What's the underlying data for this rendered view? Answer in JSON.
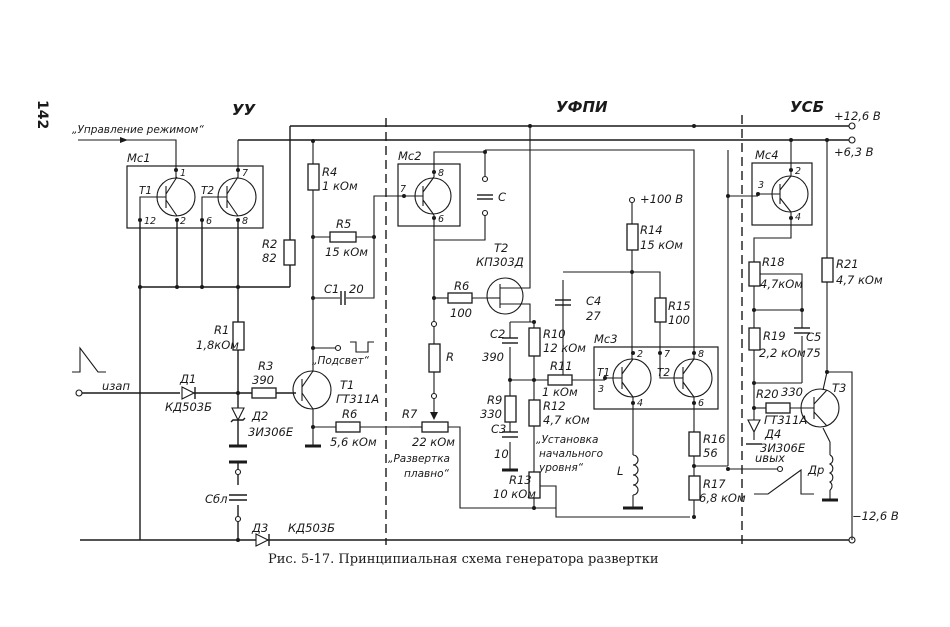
{
  "page_number": "142",
  "caption": "Рис. 5-17. Принципиальная схема генератора развертки",
  "sections": {
    "uu": "УУ",
    "ufpi": "УФПИ",
    "usb": "УСБ"
  },
  "supplies": {
    "plus_12_6": "+12,6 В",
    "plus_6_3": "+6,3 В",
    "minus_12_6": "−12,6 В",
    "plus_100": "+100 В"
  },
  "signals": {
    "mode_control": "„Управление режимом“",
    "u_zap": "uзап",
    "backlight": "„Подсвет“",
    "sweep_smooth_1": "„Развертка",
    "sweep_smooth_2": "плавно“",
    "initial_level_1": "„Установка",
    "initial_level_2": "начального",
    "initial_level_3": "уровня“",
    "u_out": "uвых"
  },
  "modules": {
    "mc1": "Мс1",
    "mc2": "Мс2",
    "mc3": "Мс3",
    "mc4": "Мс4"
  },
  "transistors": {
    "mc1_t1": "T1",
    "mc1_t2": "T2",
    "t1_name": "T1",
    "t1_type": "ГТ311А",
    "t2_name": "T2",
    "t2_type": "КП303Д",
    "mc3_t1": "T1",
    "mc3_t2": "T2",
    "t3_name": "T3",
    "t3_type": "ГТ311А"
  },
  "pins": {
    "mc1": [
      "1",
      "12",
      "2",
      "7",
      "6",
      "8"
    ],
    "mc2": [
      "7",
      "8",
      "6"
    ],
    "mc3": [
      "2",
      "3",
      "4",
      "7",
      "8",
      "6"
    ],
    "mc4": [
      "2",
      "3",
      "4"
    ]
  },
  "resistors": {
    "r1": {
      "name": "R1",
      "value": "1,8кОм"
    },
    "r2": {
      "name": "R2",
      "value": "82"
    },
    "r3": {
      "name": "R3",
      "value": "390"
    },
    "r4": {
      "name": "R4",
      "value": "1 кОм"
    },
    "r5": {
      "name": "R5",
      "value": "15 кОм"
    },
    "r6a": {
      "name": "R6",
      "value": "5,6 кОм"
    },
    "r6b": {
      "name": "R6",
      "value": "100"
    },
    "r": {
      "name": "R",
      "value": ""
    },
    "r7": {
      "name": "R7",
      "value": "22 кОм"
    },
    "r9": {
      "name": "R9",
      "value": "330"
    },
    "r10": {
      "name": "R10",
      "value": "12 кОм"
    },
    "r11": {
      "name": "R11",
      "value": "1 кОм"
    },
    "r12": {
      "name": "R12",
      "value": "4,7 кОм"
    },
    "r13": {
      "name": "R13",
      "value": "10 кОм"
    },
    "r14": {
      "name": "R14",
      "value": "15 кОм"
    },
    "r15": {
      "name": "R15",
      "value": "100"
    },
    "r16": {
      "name": "R16",
      "value": "56"
    },
    "r17": {
      "name": "R17",
      "value": "6,8 кОм"
    },
    "r18": {
      "name": "R18",
      "value": "4,7кОм"
    },
    "r19": {
      "name": "R19",
      "value": "2,2 кОм"
    },
    "r20": {
      "name": "R20",
      "value": "330"
    },
    "r21": {
      "name": "R21",
      "value": "4,7 кОм"
    }
  },
  "capacitors": {
    "c": {
      "name": "C",
      "value": ""
    },
    "c1": {
      "name": "C1",
      "value": "20"
    },
    "c2": {
      "name": "C2",
      "value": "390"
    },
    "c3": {
      "name": "C3",
      "value": "10"
    },
    "c4": {
      "name": "C4",
      "value": "27"
    },
    "c5": {
      "name": "C5",
      "value": "75"
    },
    "cbl": {
      "name": "Cбл",
      "value": ""
    }
  },
  "diodes": {
    "d1": {
      "name": "Д1",
      "type": "КД503Б"
    },
    "d2": {
      "name": "Д2",
      "type": "3И306Е"
    },
    "d3": {
      "name": "Д3",
      "type": "КД503Б"
    },
    "d4": {
      "name": "Д4",
      "type": "3И306Е"
    }
  },
  "inductors": {
    "l": "L",
    "dr": "Др"
  }
}
